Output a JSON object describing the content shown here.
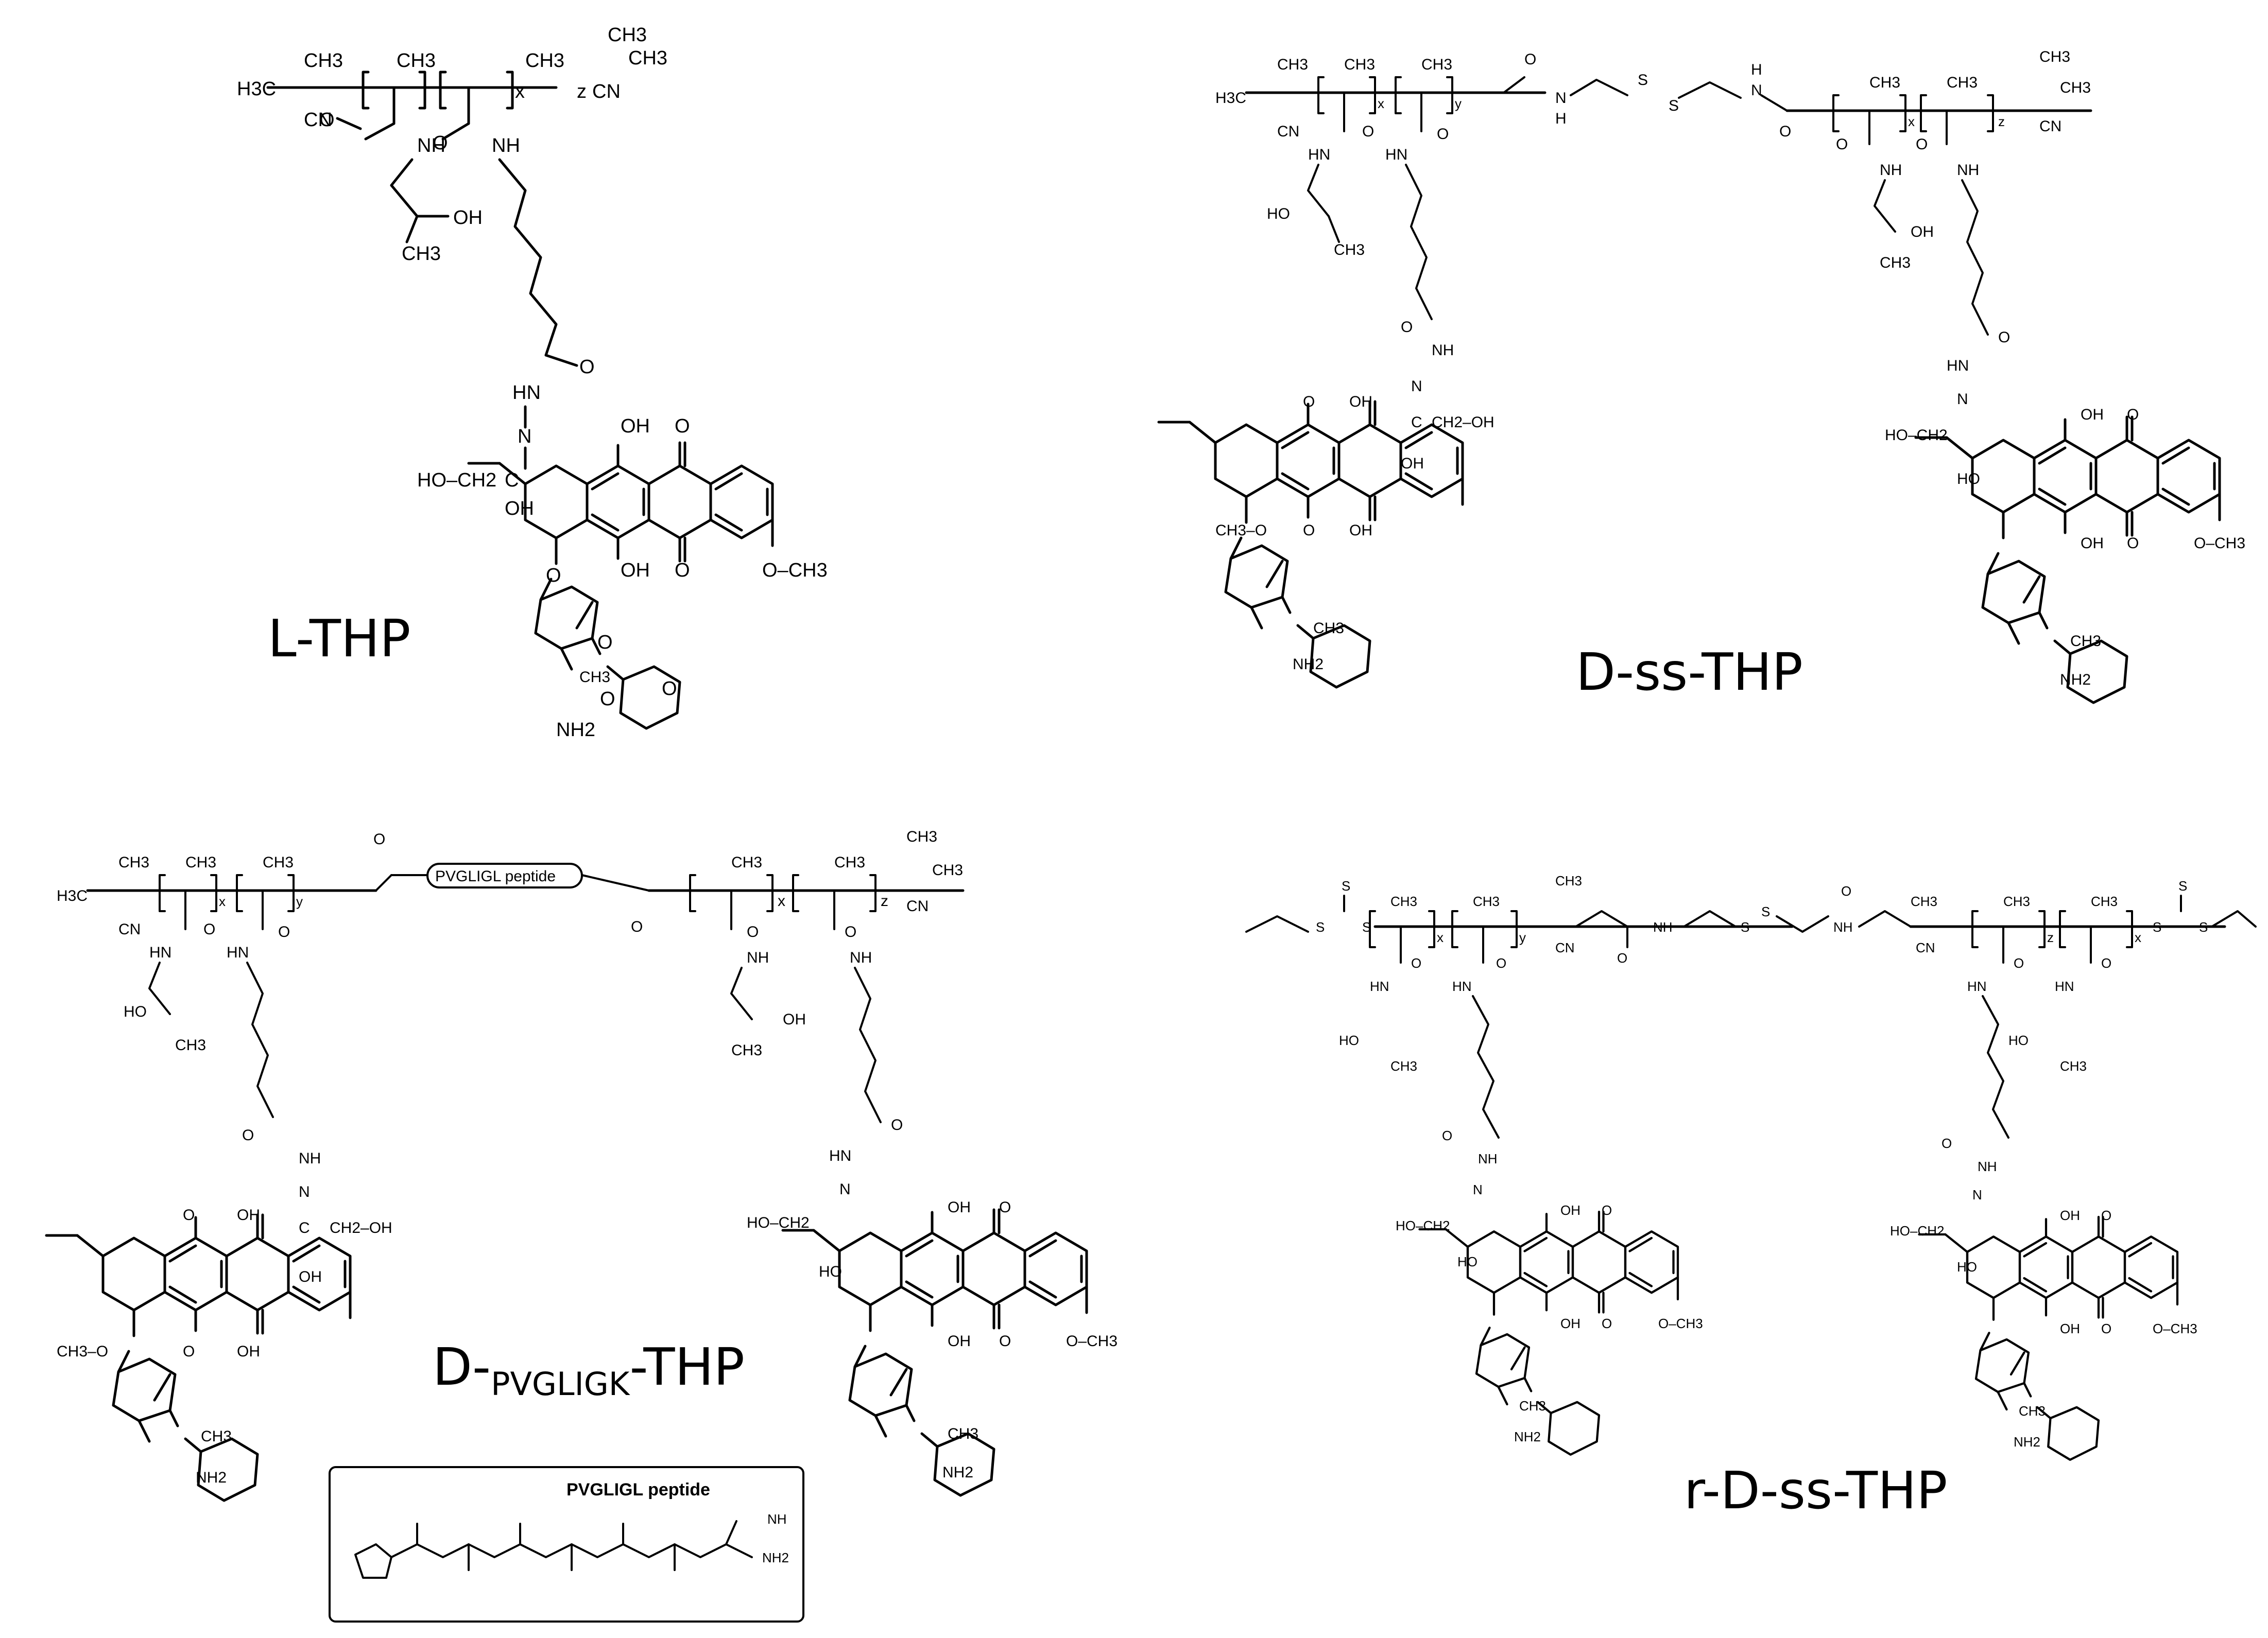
{
  "compounds": {
    "l_thp": {
      "name": "L-THP"
    },
    "d_ss_thp": {
      "name": "D-ss-THP"
    },
    "d_pvgligk_thp": {
      "prefix": "D-",
      "subscript": "PVGLIGK",
      "suffix": "-THP"
    },
    "r_d_ss_thp": {
      "name": "r-D-ss-THP"
    }
  },
  "peptide": {
    "label": "PVGLIGL peptide",
    "inset_title": "PVGLIGL peptide"
  },
  "atoms": {
    "ch3": "CH3",
    "h3c": "H3C",
    "cn": "CN",
    "o": "O",
    "nh": "NH",
    "hn": "HN",
    "hnn": "HN",
    "n": "N",
    "oh": "OH",
    "ho": "HO",
    "ho_ch2": "HO–CH2",
    "ch2_oh": "CH2–OH",
    "c": "C",
    "och3": "O–CH3",
    "ch3o": "CH3–O",
    "nh2": "NH2",
    "s": "S",
    "h": "H",
    "x": "x",
    "y": "y",
    "z": "z"
  }
}
